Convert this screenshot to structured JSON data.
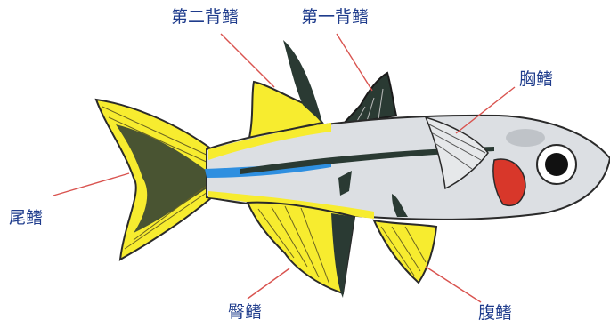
{
  "labels": {
    "second_dorsal_fin": "第二背鳍",
    "first_dorsal_fin": "第一背鳍",
    "pectoral_fin": "胸鳍",
    "tail_fin": "尾鳍",
    "anal_fin": "臀鳍",
    "pelvic_fin": "腹鳍"
  },
  "colors": {
    "fin_yellow": "#f7ec2f",
    "body_gray": "#dcdfe3",
    "stripe_blue": "#2e8fe0",
    "dark_band": "#2a3a33",
    "gill_red": "#d8372a",
    "leader_line": "#d9534f",
    "label_text": "#1f3c8c"
  }
}
